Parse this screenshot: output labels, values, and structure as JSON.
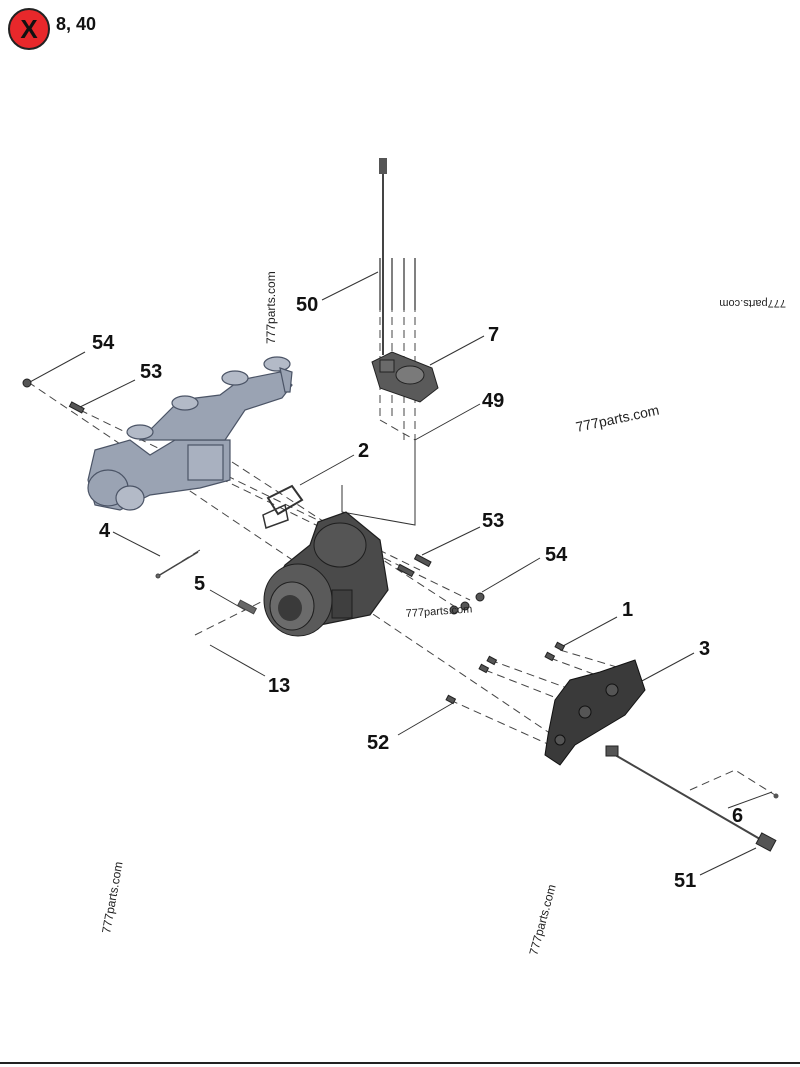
{
  "badge": {
    "symbol": "X",
    "text": "8, 40",
    "color": "#e8282b"
  },
  "callouts": {
    "c1": "1",
    "c2": "2",
    "c3": "3",
    "c4": "4",
    "c5": "5",
    "c6": "6",
    "c7": "7",
    "c13": "13",
    "c49": "49",
    "c50": "50",
    "c51": "51",
    "c52": "52",
    "c53a": "53",
    "c53b": "53",
    "c54a": "54",
    "c54b": "54"
  },
  "watermarks": {
    "w1": "777parts.com",
    "w2": "777parts.com",
    "w3": "777parts.com",
    "w4": "777parts.com",
    "w5": "777parts.com",
    "w6": "777parts.com"
  },
  "colors": {
    "manifold": "#9aa3b3",
    "turbo": "#4a4a4a",
    "bracket": "#3a3a3a"
  }
}
